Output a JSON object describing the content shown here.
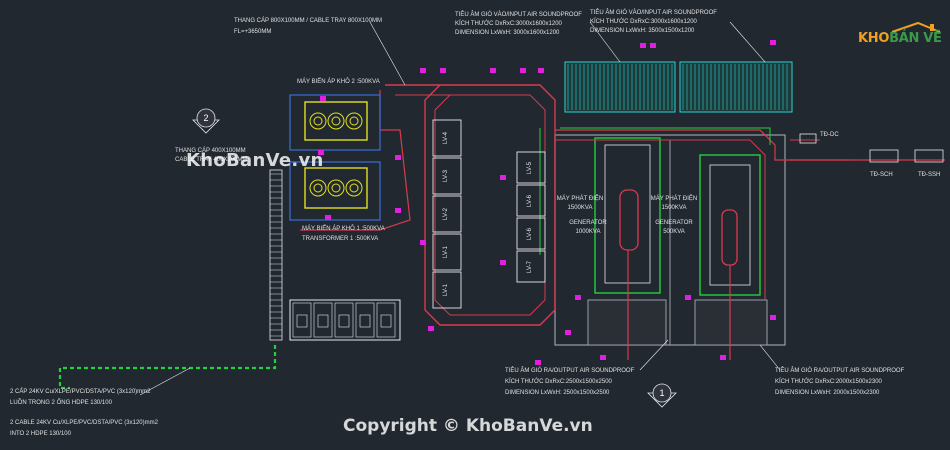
{
  "labels": {
    "cable_tray_top": [
      "THANG CÁP 800X100MM / CABLE TRAY 800X100MM",
      "FL=+3650MM"
    ],
    "cable_tray_left": [
      "THANG CÁP 400X100MM",
      "CABLE TRAY 400X100MM"
    ],
    "transformer_2": [
      "MÁY BIẾN ÁP KHÔ 2 :500KVA"
    ],
    "transformer_1": [
      "MÁY BIẾN ÁP KHÔ 1 :500KVA",
      "TRANSFORMER 1 :500KVA"
    ],
    "input_sound_1": [
      "TIÊU ÂM GIÓ VÀO/INPUT AIR SOUNDPROOF",
      "KÍCH THƯỚC DxRxC:3000x1600x1200",
      "DIMENSION LxWxH: 3000x1600x1200"
    ],
    "input_sound_2": [
      "TIÊU ÂM GIÓ VÀO/INPUT AIR SOUNDPROOF",
      "KÍCH THƯỚC DxRxC:3000x1600x1200",
      "DIMENSION LxWxH: 3500x1500x1200"
    ],
    "generator_1": [
      "MÁY PHÁT ĐIỆN",
      "1500KVA",
      "GENERATOR",
      "1000KVA"
    ],
    "generator_2": [
      "MÁY PHÁT ĐIỆN",
      "1500KVA",
      "GENERATOR",
      "500KVA"
    ],
    "output_sound_1": [
      "TIÊU ÂM GIÓ RA/OUTPUT AIR SOUNDPROOF",
      "KÍCH THƯỚC DxRxC:2500x1500x2500",
      "DIMENSION LxWxH: 2500x1500x2500"
    ],
    "output_sound_2": [
      "TIÊU ÂM GIÓ RA/OUTPUT AIR SOUNDPROOF",
      "KÍCH THƯỚC DxRxC:2000x1500x2300",
      "DIMENSION LxWxH: 2000x1500x2300"
    ],
    "cable_note_vn": [
      "2 CẤP 24KV Cu/XLPE/PVC/DSTA/PVC (3x120)mm2",
      "LUỒN TRONG 2 ỐNG HDPE 130/100"
    ],
    "cable_note_en": [
      "2 CABLE 24KV Cu/XLPE/PVC/DSTA/PVC (3x120)mm2",
      "INTO 2 HDPE 130/100"
    ],
    "panel_right_top": "TĐ-DC",
    "panel_right_1": "TĐ-SCH",
    "panel_right_2": "TĐ-SSH",
    "lv_left": [
      "LV-4",
      "LV-3",
      "LV-2",
      "LV-1",
      "LV-1"
    ],
    "lv_right": [
      "LV-5",
      "LV-6",
      "LV-6",
      "LV-7"
    ],
    "section_marks": [
      "2",
      "1"
    ]
  },
  "watermark": {
    "center": "KhoBanVe.vn",
    "copyright": "Copyright © KhoBanVe.vn"
  },
  "logo": {
    "part1": "KHO",
    "part2": "BẢN VẼ"
  },
  "colors": {
    "background": "#212830",
    "tray": "#d83a4e",
    "equipment": "#e8e8ec",
    "ground": "#22d040",
    "highlight": "#e0e020",
    "accent": "#e020e0",
    "label": "#e0e0e0"
  }
}
